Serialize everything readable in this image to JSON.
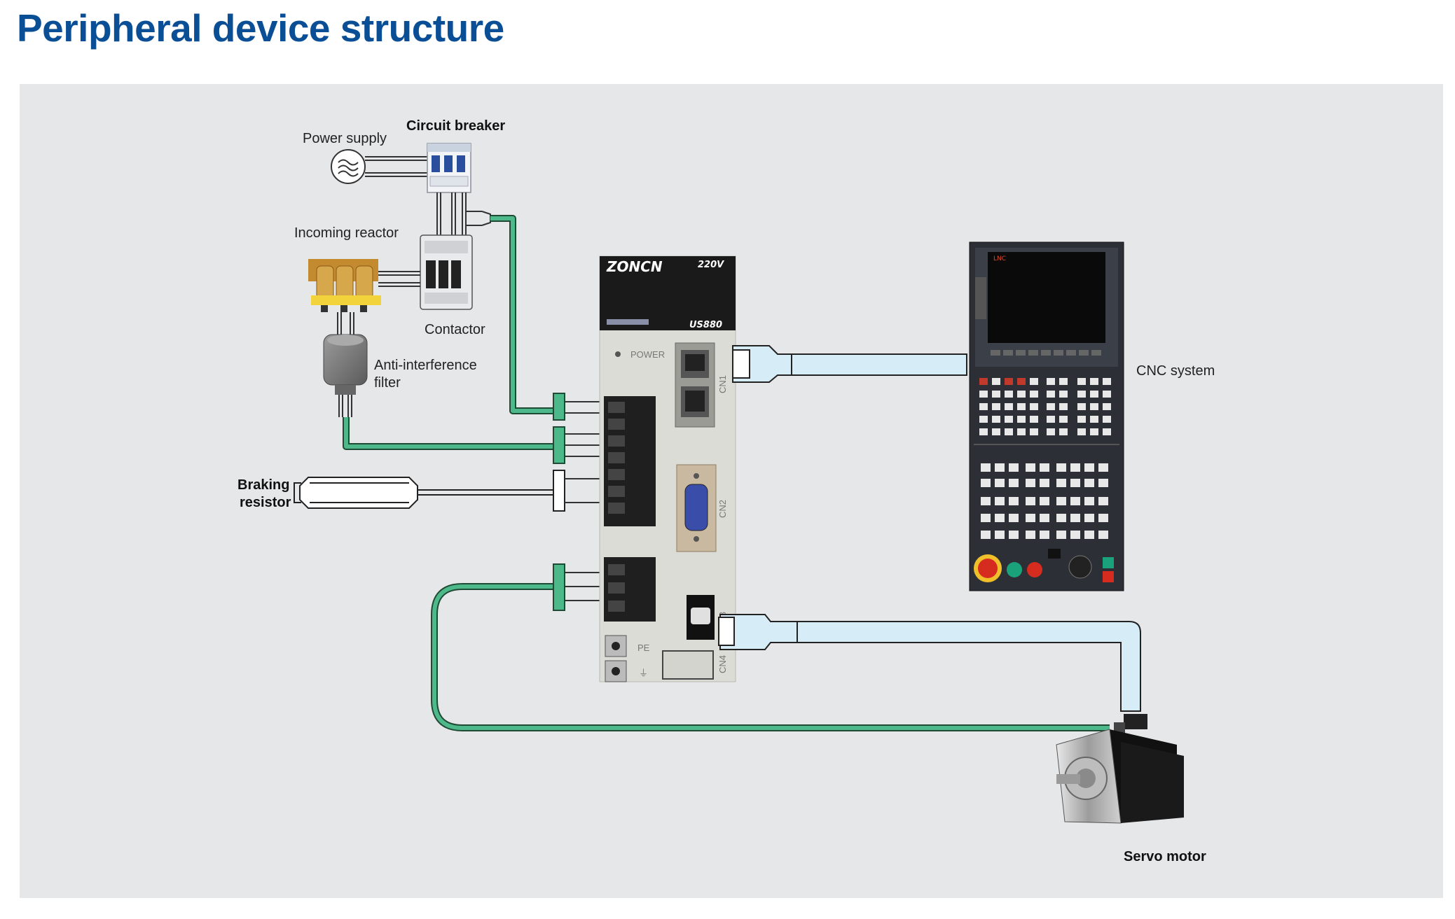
{
  "title": "Peripheral device structure",
  "labels": {
    "power_supply": "Power supply",
    "circuit_breaker": "Circuit breaker",
    "incoming_reactor": "Incoming reactor",
    "contactor": "Contactor",
    "anti_interference_line1": "Anti-interference",
    "anti_interference_line2": "filter",
    "braking_line1": "Braking",
    "braking_line2": "resistor",
    "cnc_system": "CNC system",
    "servo_motor": "Servo motor"
  },
  "drive": {
    "brand": "ZONCN",
    "voltage": "220V",
    "model": "US880",
    "power_label": "POWER",
    "cn1": "CN1",
    "cn2": "CN2",
    "cn3": "CN3",
    "cn4": "CN4",
    "pe": "PE",
    "ground": "⏚"
  },
  "cnc": {
    "screen_brand": "LNC"
  },
  "colors": {
    "title": "#0a4f96",
    "power_cable": "#4db88a",
    "signal_cable": "#d6ecf7",
    "panel": "#e6e7e8"
  }
}
